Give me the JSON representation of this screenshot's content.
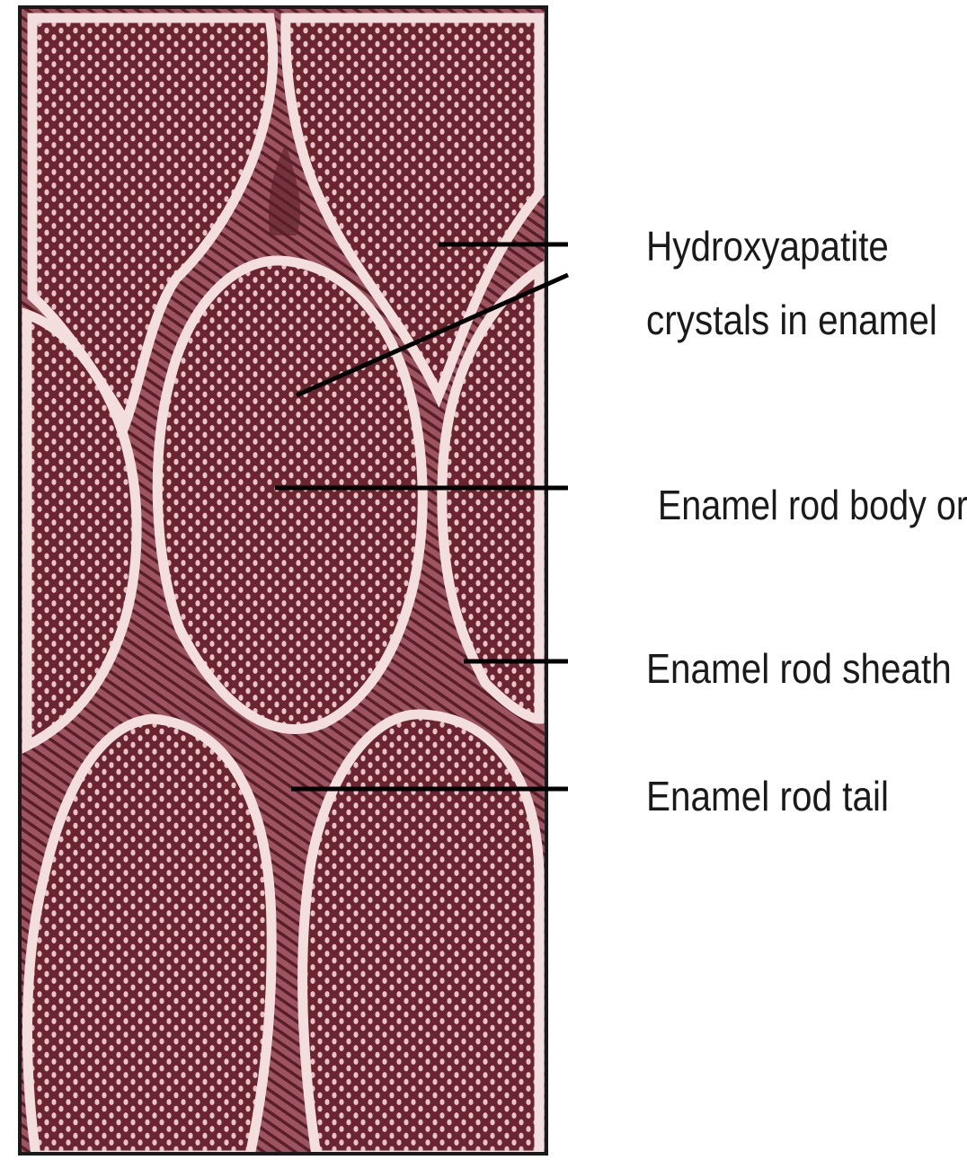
{
  "figure": {
    "labels": {
      "hydroxyapatite_line1": "Hydroxyapatite",
      "hydroxyapatite_line2": "crystals in enamel",
      "rod_body": "Enamel rod body or head",
      "rod_sheath": "Enamel rod sheath",
      "rod_tail": "Enamel rod tail"
    },
    "colors": {
      "rod_fill": "#6b2530",
      "crystal": "#e7c3c7",
      "sheath": "#f3dede",
      "interrod": "#9c5560",
      "frame": "#1a1a1a",
      "leader": "#000000"
    }
  }
}
